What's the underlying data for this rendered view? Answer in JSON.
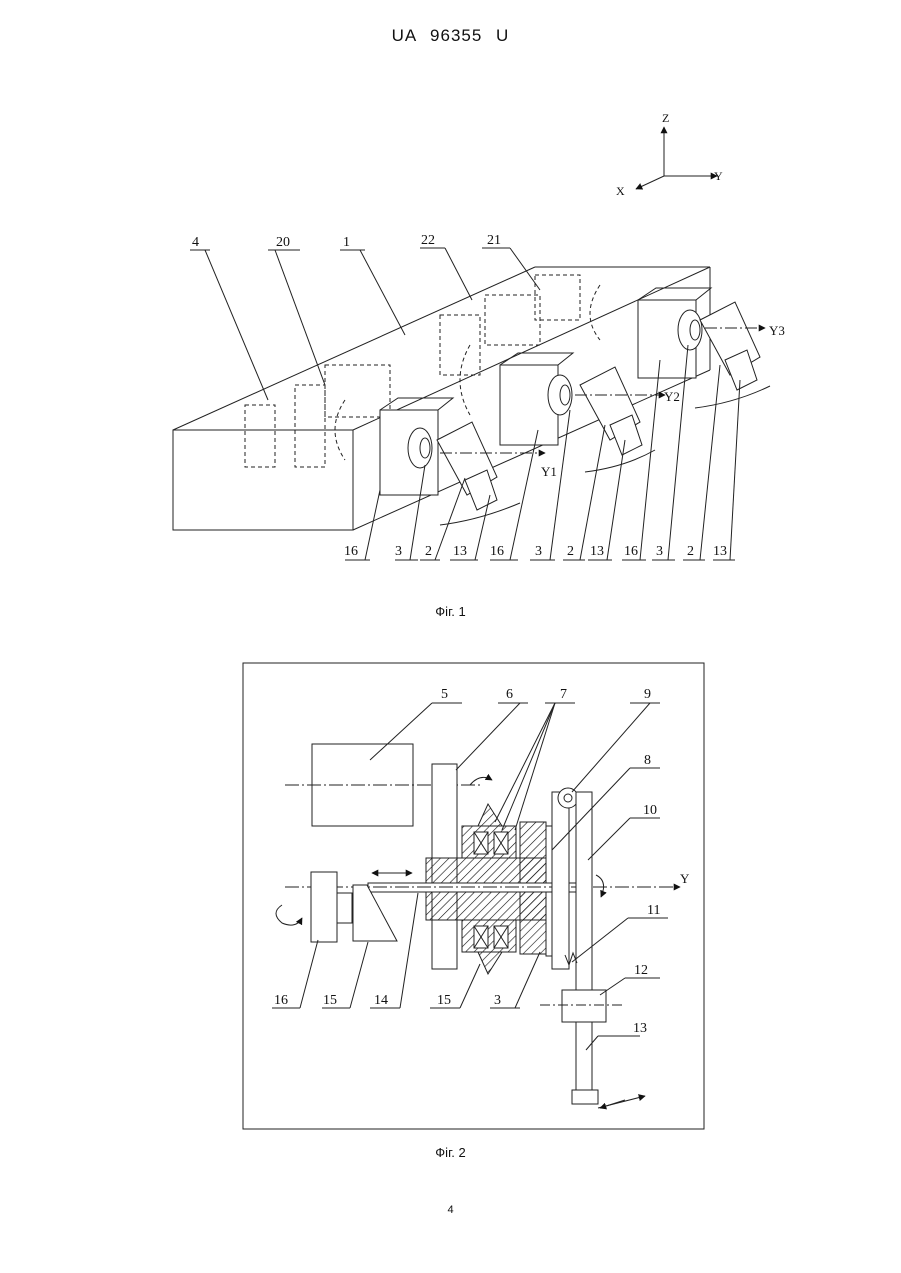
{
  "header": {
    "patent_number": "UA   96355   U"
  },
  "figure1": {
    "caption": "Фіг. 1",
    "axes": {
      "z": "Z",
      "y": "Y",
      "x": "X"
    },
    "axis_labels": {
      "y1": "Y1",
      "y2": "Y2",
      "y3": "Y3"
    },
    "top_labels": {
      "l4": "4",
      "l20": "20",
      "l1": "1",
      "l22": "22",
      "l21": "21"
    },
    "bottom_labels": [
      "16",
      "3",
      "2",
      "13",
      "16",
      "3",
      "2",
      "13",
      "16",
      "3",
      "2",
      "13"
    ]
  },
  "figure2": {
    "caption": "Фіг. 2",
    "axis_label": "Y",
    "labels": {
      "l5": "5",
      "l6": "6",
      "l7": "7",
      "l9": "9",
      "l8": "8",
      "l10": "10",
      "l11": "11",
      "l12": "12",
      "l13": "13",
      "l16": "16",
      "l15a": "15",
      "l14": "14",
      "l15b": "15",
      "l3": "3"
    }
  },
  "footer": {
    "page_number": "4"
  }
}
